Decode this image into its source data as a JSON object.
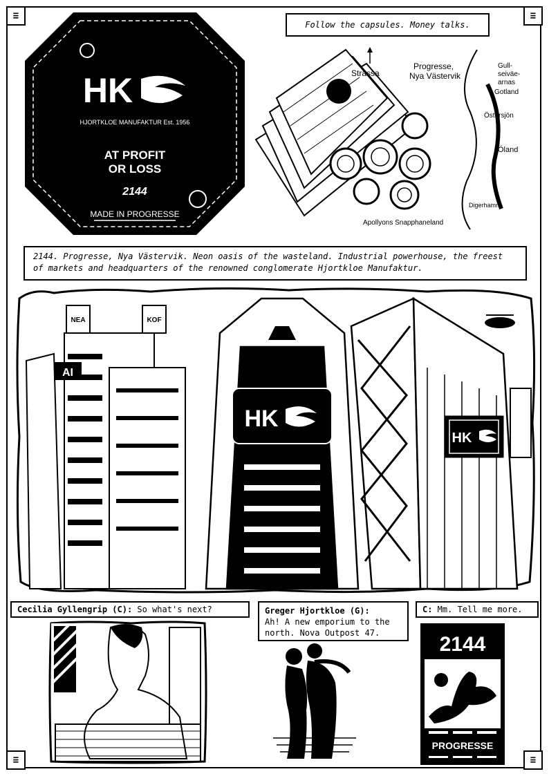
{
  "corners": {
    "symbol": "≡"
  },
  "caption_top_right": "Follow the capsules. Money talks.",
  "logo_box": {
    "brand": "HK",
    "subtitle": "HJORTKLOE MANUFAKTUR Est. 1956",
    "slogan_line1": "AT PROFIT",
    "slogan_line2": "OR LOSS",
    "year": "2144",
    "made_in": "MADE IN PROGRESSE"
  },
  "map_sketch": {
    "label_strassa": "Strässa",
    "label_town": "Progresse,",
    "label_town2": "Nya Västervik",
    "label_gull1": "Gull-",
    "label_gull2": "seiväe-",
    "label_gull3": "arnas",
    "label_gotland": "Gotland",
    "label_ostersjon": "Östersjön",
    "label_oland": "Öland",
    "label_digerhamn": "Digerhamn",
    "label_apollyon": "Apollyons Snapphaneland"
  },
  "caption_middle": "2144. Progresse, Nya Västervik. Neon oasis of the wasteland. Industrial powerhouse, the freest of markets and headquarters of the renowned conglomerate Hjortkloe Manufaktur.",
  "city": {
    "tower_logo": "HK",
    "side_logo": "HK",
    "sign_left": "AI",
    "sign_top1": "NEA",
    "sign_top2": "KOF"
  },
  "dialogue_cecilia": {
    "speaker": "Cecilia Gyllengrip (C):",
    "text": " So what's next?"
  },
  "dialogue_greger": {
    "speaker": "Greger Hjortkloe (G):",
    "text": "Ah! A new emporium to the north. Nova Outpost 47."
  },
  "dialogue_c2": {
    "speaker": "C:",
    "text": " Mm. Tell me more."
  },
  "poster": {
    "year": "2144",
    "name": "PROGRESSE"
  }
}
